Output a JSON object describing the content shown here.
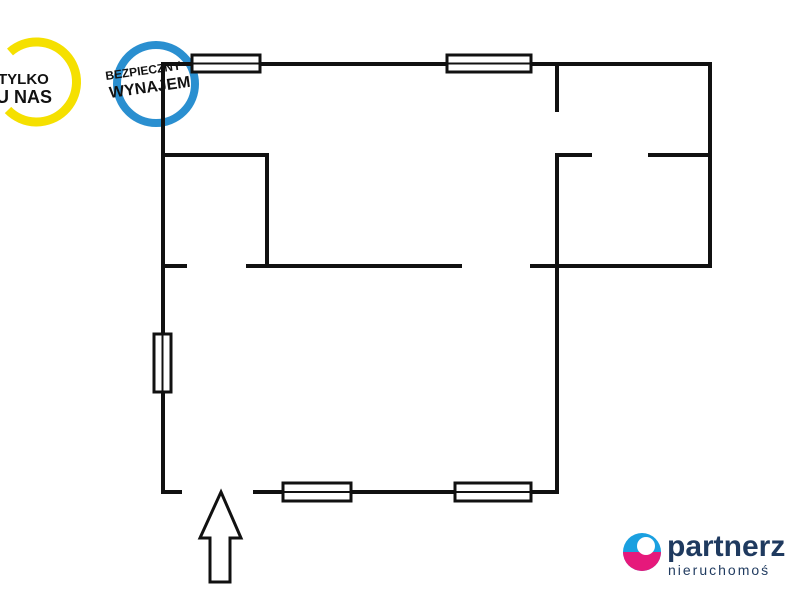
{
  "badges": {
    "tylko": {
      "line1": "TYLKO",
      "line2": "U NAS",
      "ring_color": "#f5e000"
    },
    "bezpieczny": {
      "line1": "BEZPIECZNY",
      "line2": "WYNAJEM",
      "ring_color": "#2a8fd0"
    }
  },
  "logo": {
    "name": "partnerz",
    "tagline": "nieruchomoś",
    "colors": {
      "pink": "#e6197b",
      "blue": "#1aa0e0",
      "text": "#1f3a5f"
    }
  },
  "floorplan": {
    "wall_color": "#111111",
    "entrance_icon": "entrance-arrow-icon"
  }
}
